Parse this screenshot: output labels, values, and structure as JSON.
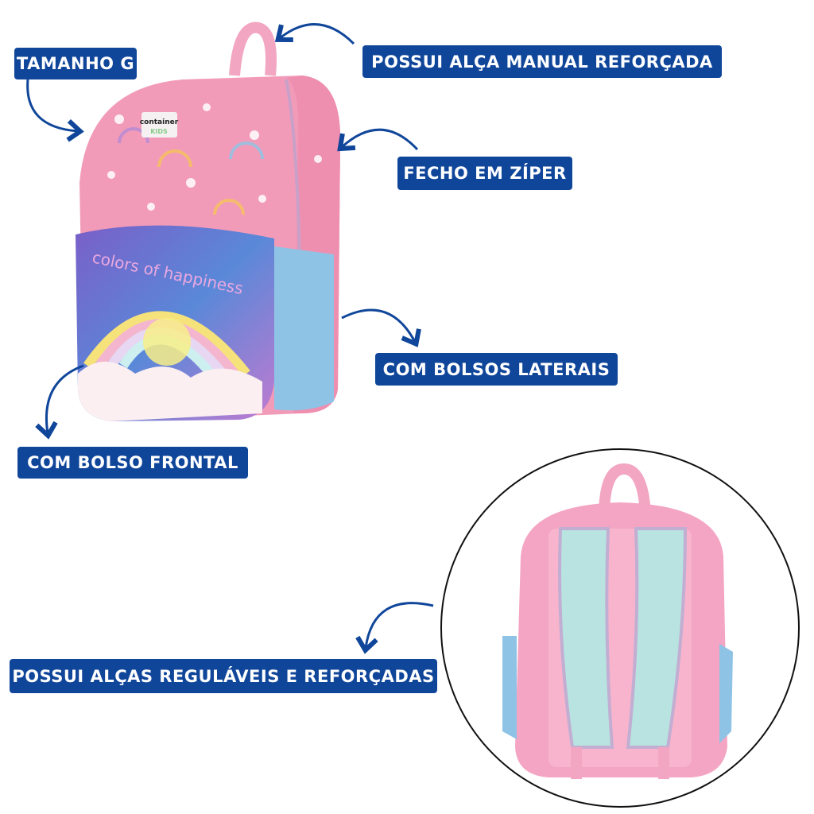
{
  "labels": {
    "size": "TAMANHO G",
    "handle": "POSSUI ALÇA MANUAL REFORÇADA",
    "zipper": "FECHO EM ZÍPER",
    "side_pockets": "COM BOLSOS LATERAIS",
    "front_pocket": "COM BOLSO FRONTAL",
    "straps": "POSSUI ALÇAS REGULÁVEIS E REFORÇADAS"
  },
  "product": {
    "brand_logo": "container",
    "brand_sub": "KIDS",
    "pocket_print": "colors of happiness"
  },
  "colors": {
    "label_bg": "#10469a",
    "arrow": "#10469a",
    "bag_pink": "#f29bb9",
    "mesh_blue": "#8fc3e6",
    "strap_mint": "#b8e3e0"
  }
}
